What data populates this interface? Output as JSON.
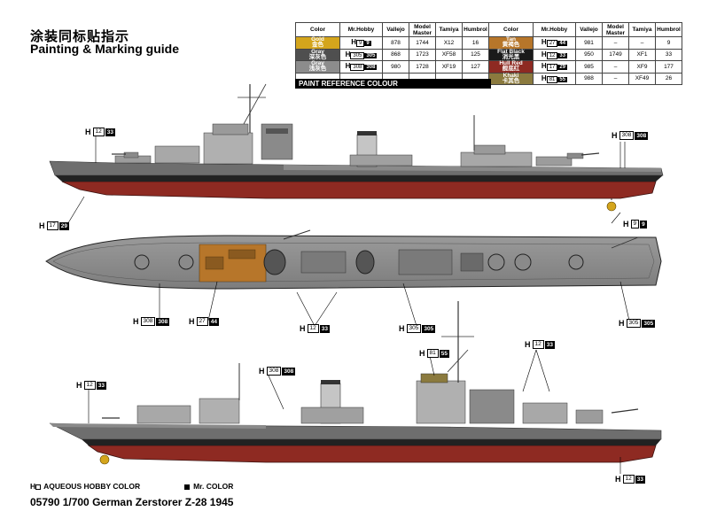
{
  "header": {
    "title_cn": "涂装同标贴指示",
    "title_en": "Painting & Marking guide"
  },
  "paint_table": {
    "columns": [
      "Color",
      "Mr.Hobby",
      "Vallejo",
      "Model Master",
      "Tamiya",
      "Humbrol"
    ],
    "left": [
      {
        "name": "Gold",
        "name_cn": "金色",
        "swatch": "#d4a51c",
        "h1": "9",
        "h2": "9",
        "vallejo": "878",
        "mm": "1744",
        "tamiya": "X12",
        "humbrol": "16"
      },
      {
        "name": "Gray",
        "name_cn": "深灰色",
        "swatch": "#4f4f4f",
        "h1": "305",
        "h2": "305",
        "vallejo": "868",
        "mm": "1723",
        "tamiya": "XF58",
        "humbrol": "125"
      },
      {
        "name": "Gray",
        "name_cn": "浅灰色",
        "swatch": "#8c8c8c",
        "h1": "308",
        "h2": "308",
        "vallejo": "980",
        "mm": "1728",
        "tamiya": "XF19",
        "humbrol": "127"
      }
    ],
    "right": [
      {
        "name": "Tan",
        "name_cn": "黄褐色",
        "swatch": "#b7762a",
        "h1": "27",
        "h2": "44",
        "vallejo": "981",
        "mm": "–",
        "tamiya": "–",
        "humbrol": "9"
      },
      {
        "name": "Flat Black",
        "name_cn": "消光黑",
        "swatch": "#1a1a1a",
        "h1": "12",
        "h2": "33",
        "vallejo": "950",
        "mm": "1749",
        "tamiya": "XF1",
        "humbrol": "33"
      },
      {
        "name": "Hull Red",
        "name_cn": "舰底红",
        "swatch": "#8e2a22",
        "h1": "17",
        "h2": "29",
        "vallejo": "985",
        "mm": "–",
        "tamiya": "XF9",
        "humbrol": "177"
      },
      {
        "name": "Khaki",
        "name_cn": "卡其色",
        "swatch": "#8b7a3e",
        "h1": "81",
        "h2": "55",
        "vallejo": "988",
        "mm": "–",
        "tamiya": "XF49",
        "humbrol": "26"
      }
    ],
    "reference_label": "PAINT  REFERENCE COLOUR"
  },
  "callouts": [
    {
      "id": "c1",
      "h": "H",
      "a": "12",
      "b": "33"
    },
    {
      "id": "c2",
      "h": "H",
      "a": "308",
      "b": "308"
    },
    {
      "id": "c3",
      "h": "H",
      "a": "17",
      "b": "29"
    },
    {
      "id": "c4",
      "h": "H",
      "a": "9",
      "b": "9"
    },
    {
      "id": "c5",
      "h": "H",
      "a": "308",
      "b": "308"
    },
    {
      "id": "c6",
      "h": "H",
      "a": "27",
      "b": "44"
    },
    {
      "id": "c7",
      "h": "H",
      "a": "12",
      "b": "33"
    },
    {
      "id": "c8",
      "h": "H",
      "a": "305",
      "b": "305"
    },
    {
      "id": "c9",
      "h": "H",
      "a": "305",
      "b": "305"
    },
    {
      "id": "c10",
      "h": "H",
      "a": "12",
      "b": "33"
    },
    {
      "id": "c11",
      "h": "H",
      "a": "308",
      "b": "308"
    },
    {
      "id": "c12",
      "h": "H",
      "a": "81",
      "b": "55"
    },
    {
      "id": "c13",
      "h": "H",
      "a": "12",
      "b": "33"
    },
    {
      "id": "c14",
      "h": "H",
      "a": "12",
      "b": "33"
    }
  ],
  "legend": {
    "aqueous": "AQUEOUS HOBBY COLOR",
    "mr_color": "Mr. COLOR",
    "h_prefix": "H"
  },
  "model_line": "05790 1/700  German Zerstorer Z-28 1945"
}
